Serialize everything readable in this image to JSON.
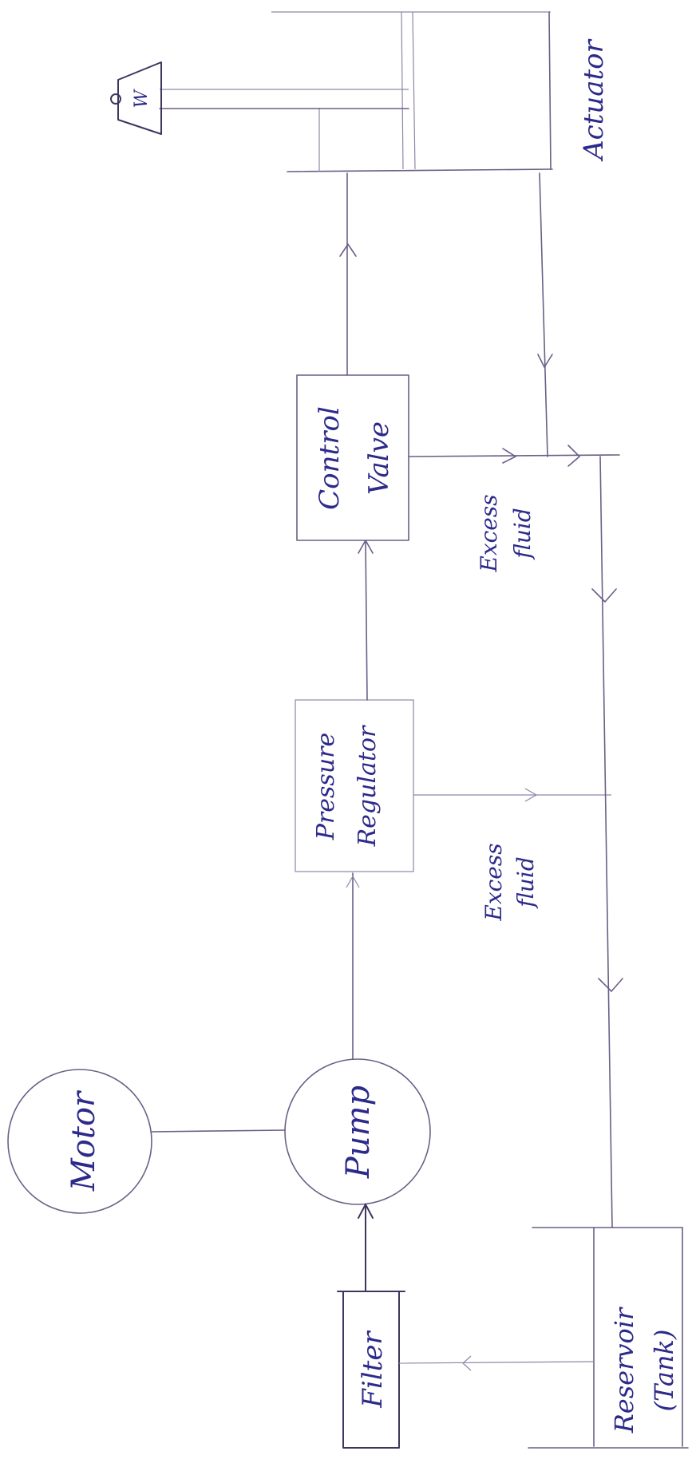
{
  "diagram": {
    "labels": {
      "motor": "Motor",
      "pump": "Pump",
      "filter": "Filter",
      "reservoir_line1": "Reservoir",
      "reservoir_line2": "(Tank)",
      "pressure_regulator_line1": "Pressure",
      "pressure_regulator_line2": "Regulator",
      "control_valve_line1": "Control",
      "control_valve_line2": "Valve",
      "excess_fluid_1_line1": "Excess",
      "excess_fluid_1_line2": "fluid",
      "excess_fluid_2_line1": "Excess",
      "excess_fluid_2_line2": "fluid",
      "actuator": "Actuator",
      "load": "W"
    },
    "colors": {
      "ink": "#2c2a8a",
      "pencil": "#6b5f86"
    }
  }
}
